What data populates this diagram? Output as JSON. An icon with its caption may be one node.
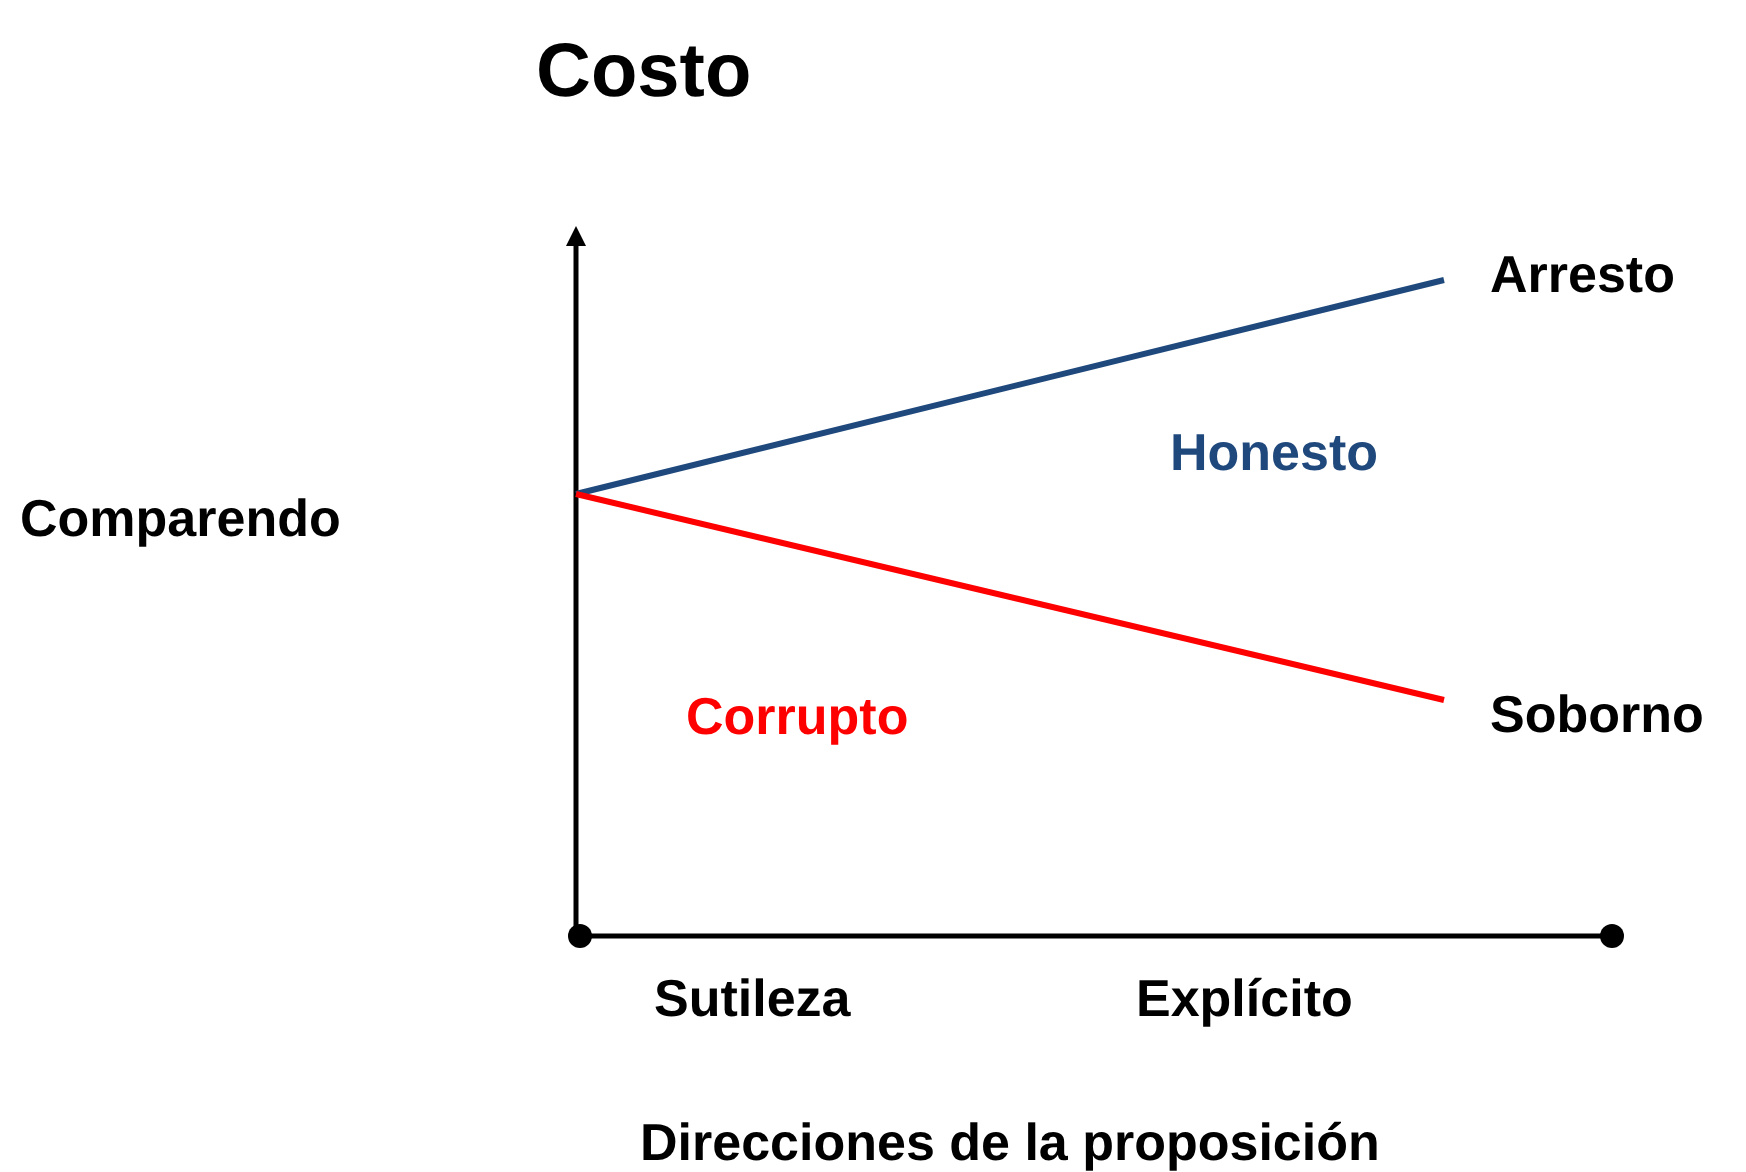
{
  "diagram": {
    "nodes": [
      {
        "text": [
          "Arresto"
        ]
      },
      {
        "text": [
          "Soborno"
        ]
      }
    ],
    "edges": [
      {
        "from": null,
        "to": 0,
        "arrow": "none",
        "color": "#1f497d"
      },
      {
        "from": null,
        "to": 1,
        "arrow": "none",
        "color": "#ff0000"
      }
    ],
    "labels": [
      "Costo",
      "Comparendo",
      "Honesto",
      "Corrupto",
      "Sutileza",
      "Explícito",
      "Direcciones de la proposición"
    ]
  }
}
